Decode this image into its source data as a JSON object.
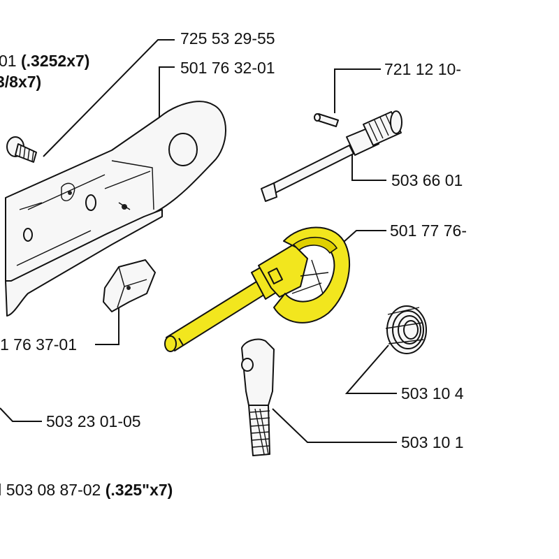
{
  "labels": {
    "partA": "725 53 29-55",
    "partB": "501 76 32-01",
    "partC_prefix": "01 ",
    "partC_bold": "(.3252x7)",
    "partD_bold": "3/8x7)",
    "partE": "721 12 10-",
    "partF": "503 66 01",
    "partG": "501 77 76-",
    "partH": "1 76 37-01",
    "partI": "503 10 4",
    "partJ": "503 23 01-05",
    "partK": "503 10 1",
    "partL_prefix": "l 503 08 87-02 ",
    "partL_bold": "(.325\"x7)"
  },
  "colors": {
    "highlight": "#f2e61e",
    "line": "#111111",
    "paper": "#ffffff"
  }
}
